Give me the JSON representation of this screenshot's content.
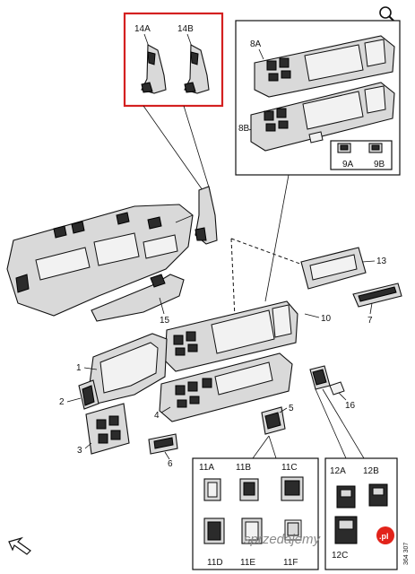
{
  "diagram": {
    "callouts": {
      "c14A": "14A",
      "c14B": "14B",
      "c8A": "8A",
      "c8B": "8B",
      "c9A": "9A",
      "c9B": "9B",
      "c13": "13",
      "c7": "7",
      "c10": "10",
      "c15": "15",
      "c1": "1",
      "c2": "2",
      "c3": "3",
      "c4": "4",
      "c5": "5",
      "c6": "6",
      "c16": "16",
      "c11A": "11A",
      "c11B": "11B",
      "c11C": "11C",
      "c11D": "11D",
      "c11E": "11E",
      "c11F": "11F",
      "c12A": "12A",
      "c12B": "12B",
      "c12C": "12C"
    },
    "reference_code": "364 307",
    "zoom_icon": "magnifier-icon",
    "orientation_icon": "arrow-icon"
  },
  "watermark": {
    "text": "sprzedajemy",
    "domain": ".pl",
    "brand_color": "#e2231a"
  }
}
